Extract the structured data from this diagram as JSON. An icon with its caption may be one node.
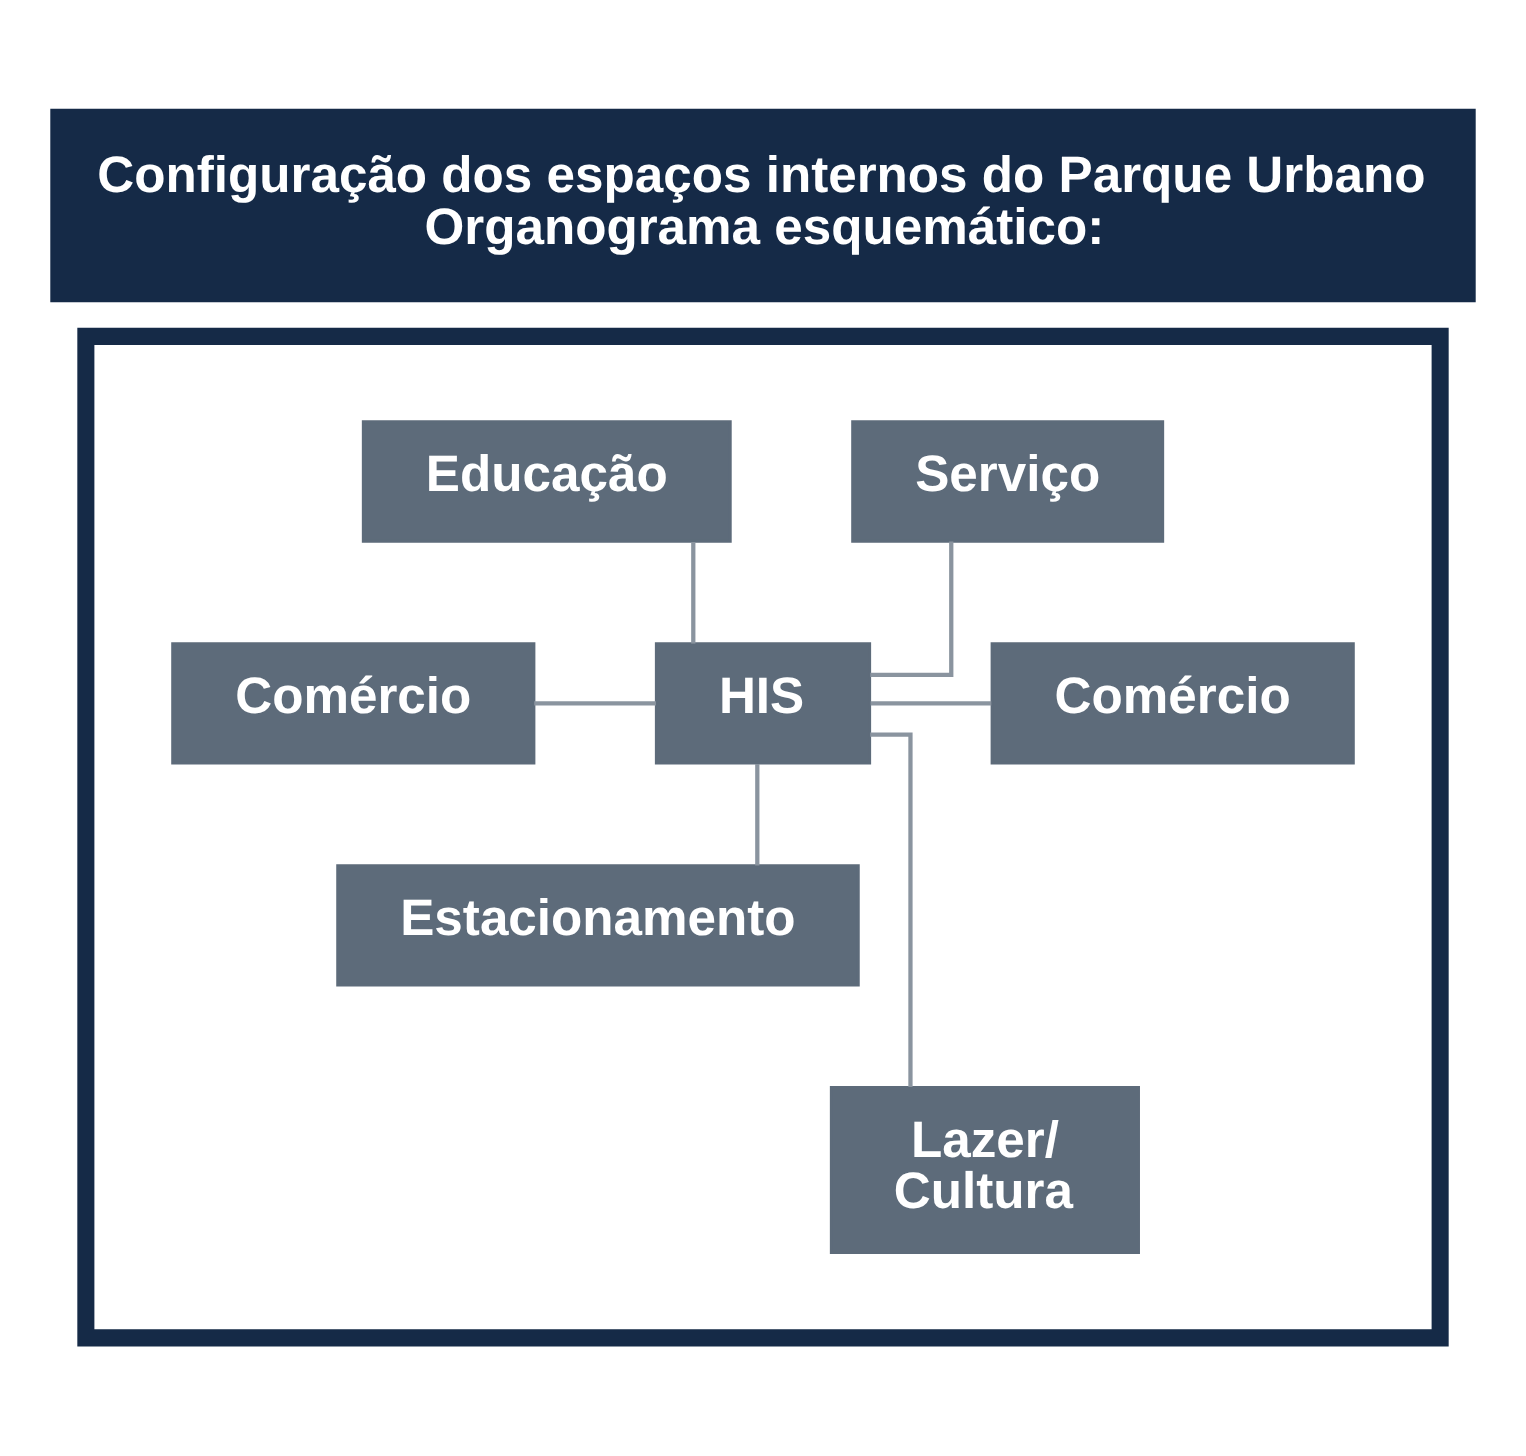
{
  "diagram": {
    "title": "Configuração dos espaços internos do Parque Urbano Organograma esquemático:",
    "nodes": [
      {
        "text": [],
        "shape": "box"
      },
      {
        "text": [
          "Serviço"
        ],
        "in": 0
      },
      {
        "text": [
          "Educação"
        ],
        "in": 0
      },
      {
        "text": [
          "Comércio"
        ],
        "in": 0
      },
      {
        "text": [
          "HIS"
        ],
        "in": 0
      },
      {
        "text": [
          "Comércio"
        ],
        "in": 0
      },
      {
        "text": [
          "Estacionamento"
        ],
        "in": 0
      },
      {
        "text": [
          "Lazer/ Cultura"
        ],
        "in": 0
      }
    ],
    "edges": [
      {
        "from": 1,
        "to": 4,
        "arrow": "none"
      },
      {
        "from": 2,
        "to": 4,
        "arrow": "none"
      },
      {
        "from": 3,
        "to": 4,
        "arrow": "none"
      },
      {
        "from": 4,
        "to": 5,
        "arrow": "none"
      },
      {
        "from": 4,
        "to": 6,
        "arrow": "none"
      },
      {
        "from": 4,
        "to": 7,
        "arrow": "none"
      }
    ]
  }
}
